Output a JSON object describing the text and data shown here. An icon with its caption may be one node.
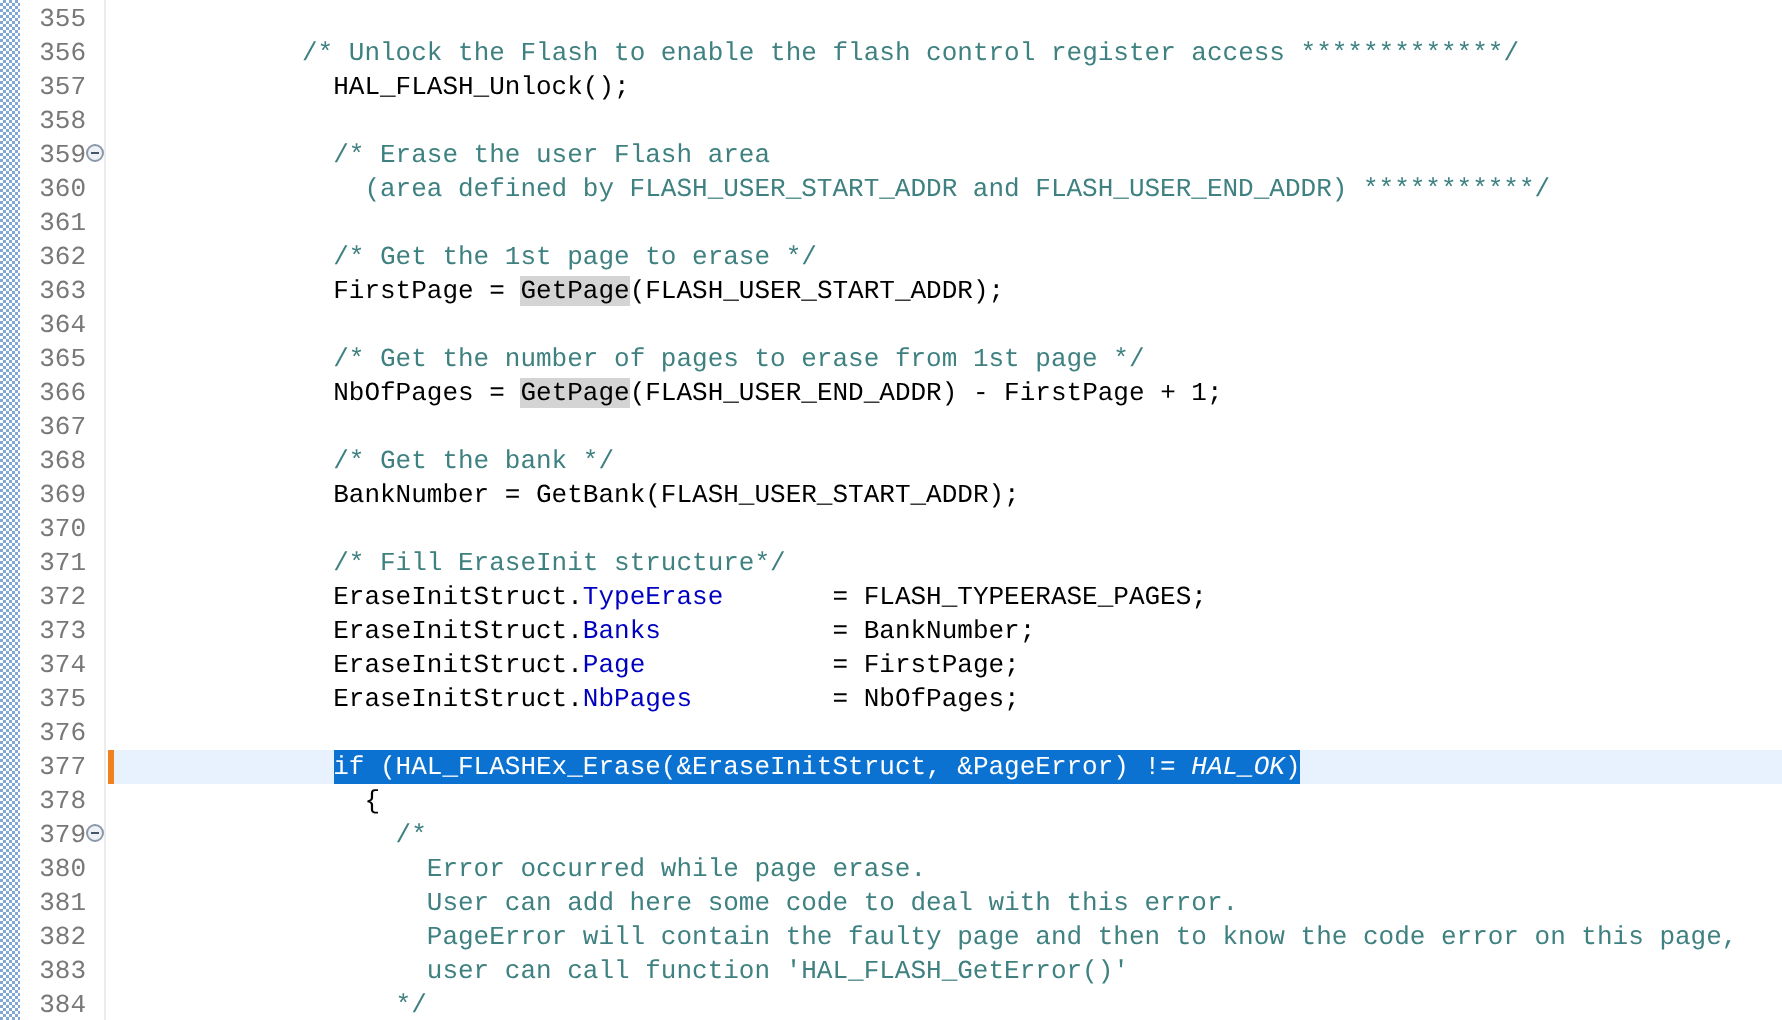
{
  "diagram": {
    "labels": [
      "355",
      "356",
      "/* Unlock the Flash to enable the flash control register access *************/",
      "357",
      "HAL_FLASH_Unlock();",
      "358",
      "359",
      "/* Erase the user Flash area",
      "360",
      "(area defined by FLASH_USER_START_ADDR and FLASH_USER_END_ADDR) ***********/",
      "361",
      "362",
      "/* Get the 1st page to erase */",
      "363",
      "FirstPage = GetPage(FLASH_USER_START_ADDR);",
      "364",
      "365",
      "/* Get the number of pages to erase from 1st page */",
      "366",
      "NbOfPages = GetPage(FLASH_USER_END_ADDR) - FirstPage + 1;",
      "367",
      "368",
      "/* Get the bank */",
      "369",
      "BankNumber = GetBank(FLASH_USER_START_ADDR);",
      "370",
      "371",
      "/* Fill EraseInit structure*/",
      "372",
      "EraseInitStruct.TypeErase       = FLASH_TYPEERASE_PAGES;",
      "373",
      "EraseInitStruct.Banks           = BankNumber;",
      "374",
      "EraseInitStruct.Page            = FirstPage;",
      "375",
      "EraseInitStruct.NbPages         = NbOfPages;",
      "376",
      "377",
      "if (HAL_FLASHEx_Erase(&EraseInitStruct, &PageError) != *HAL_OK*)",
      "378",
      "{",
      "379",
      "/*",
      "380",
      "Error occurred while page erase.",
      "381",
      "User can add here some code to deal with this error.",
      "382",
      "PageError will contain the faulty page and then to know the code error on this page,",
      "383",
      "user can call function 'HAL_FLASH_GetError()'",
      "384",
      "*/"
    ]
  }
}
